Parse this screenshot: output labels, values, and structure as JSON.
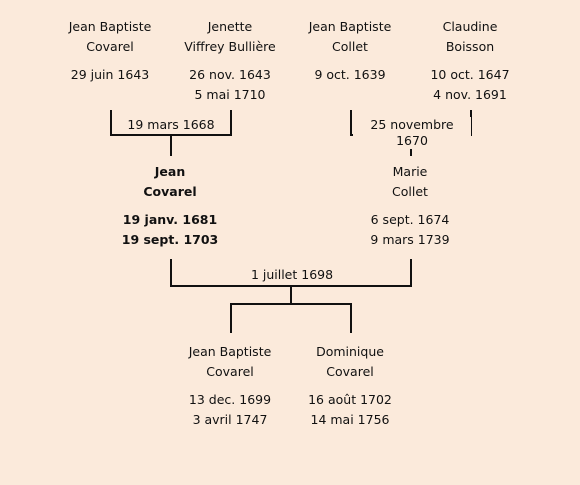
{
  "people": {
    "p1": {
      "name1": "Jean Baptiste",
      "name2": "Covarel",
      "date1": "29 juin 1643",
      "date2": ""
    },
    "p2": {
      "name1": "Jenette",
      "name2": "Viffrey Bullière",
      "date1": "26 nov. 1643",
      "date2": "5 mai 1710"
    },
    "p3": {
      "name1": "Jean Baptiste",
      "name2": "Collet",
      "date1": "9 oct. 1639",
      "date2": ""
    },
    "p4": {
      "name1": "Claudine",
      "name2": "Boisson",
      "date1": "10 oct. 1647",
      "date2": "4 nov. 1691"
    },
    "p5": {
      "name1": "Jean",
      "name2": "Covarel",
      "date1": "19 janv. 1681",
      "date2": "19 sept. 1703"
    },
    "p6": {
      "name1": "Marie",
      "name2": "Collet",
      "date1": "6 sept. 1674",
      "date2": "9 mars 1739"
    },
    "p7": {
      "name1": "Jean Baptiste",
      "name2": "Covarel",
      "date1": "13 dec. 1699",
      "date2": "3 avril 1747"
    },
    "p8": {
      "name1": "Dominique",
      "name2": "Covarel",
      "date1": "16 août 1702",
      "date2": "14 mai 1756"
    }
  },
  "marriages": {
    "m1": "19 mars 1668",
    "m2": "25 novembre 1670",
    "m3": "1 juillet 1698"
  },
  "colors": {
    "background": "#fbeadb",
    "line": "#111111"
  }
}
